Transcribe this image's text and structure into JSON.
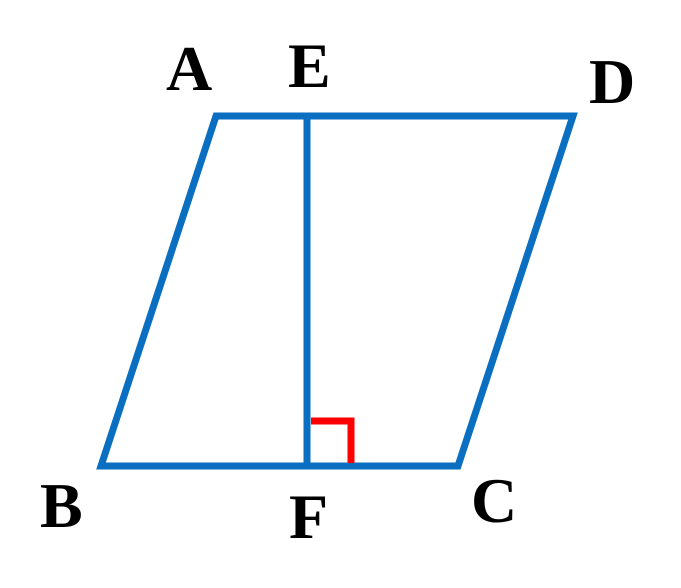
{
  "diagram": {
    "labels": {
      "A": "A",
      "B": "B",
      "C": "C",
      "D": "D",
      "E": "E",
      "F": "F"
    },
    "colors": {
      "edges": "#0A6EC1",
      "right_angle_marker": "#FF0000",
      "labels": "#000000",
      "background": "#FFFFFF"
    }
  }
}
